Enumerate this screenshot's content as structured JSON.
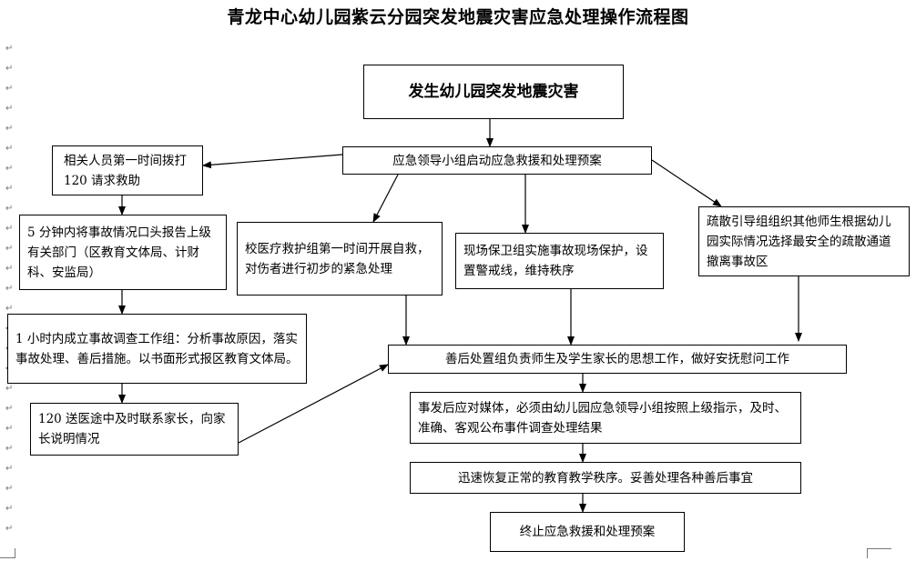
{
  "title": "青龙中心幼儿园紫云分园突发地震灾害应急处理操作流程图",
  "nodes": {
    "occur": "发生幼儿园突发地震灾害",
    "leadership": "应急领导小组启动应急救援和处理预案",
    "call120": "相关人员第一时间拨打 120 请求救助",
    "report5min": "5 分钟内将事故情况口头报告上级有关部门（区教育文体局、计财科、安监局）",
    "investigation": "1 小时内成立事故调查工作组：分析事故原因，落实事故处理、善后措施。以书面形式报区教育文体局。",
    "hospital120": "120 送医途中及时联系家长，向家长说明情况",
    "medical": "校医疗救护组第一时间开展自救，对伤者进行初步的紧急处理",
    "security": "现场保卫组实施事故现场保护，设置警戒线，维持秩序",
    "evacuation": "疏散引导组组织其他师生根据幼儿园实际情况选择最安全的疏散通道撤离事故区",
    "aftercare": "善后处置组负责师生及学生家长的思想工作，做好安抚慰问工作",
    "media": "事发后应对媒体，必须由幼儿园应急领导小组按照上级指示，及时、准确、客观公布事件调查处理结果",
    "restore": "迅速恢复正常的教育教学秩序。妥善处理各种善后事宜",
    "terminate": "终止应急救援和处理预案"
  }
}
